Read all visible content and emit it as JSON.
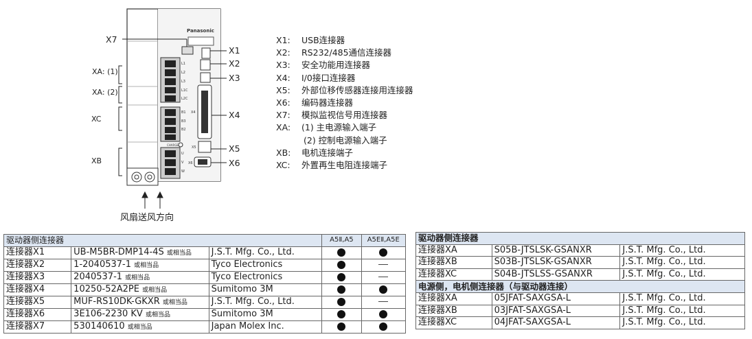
{
  "diagram": {
    "brand": "Panasonic",
    "callouts": {
      "x7": "X7",
      "x1": "X1",
      "x2": "X2",
      "x3": "X3",
      "x4": "X4",
      "x5": "X5",
      "x6": "X6",
      "xa1": "XA: (1)",
      "xa2": "XA: (2)",
      "xc": "XC",
      "xb": "XB"
    },
    "fan_label": "风扇送风方向",
    "terminal_labels": [
      "L1",
      "L2",
      "L3",
      "L1C",
      "L2C",
      "B1",
      "B3",
      "B2",
      "U",
      "V",
      "W"
    ],
    "panel_labels": [
      "X4",
      "X5",
      "X6",
      "CHARGE"
    ]
  },
  "legend": [
    {
      "key": "X1:",
      "desc": "USB连接器"
    },
    {
      "key": "X2:",
      "desc": "RS232/485通信连接器"
    },
    {
      "key": "X3:",
      "desc": "安全功能用连接器"
    },
    {
      "key": "X4:",
      "desc": "I/0接口连接器"
    },
    {
      "key": "X5:",
      "desc": "外部位移传感器连接用连接器"
    },
    {
      "key": "X6:",
      "desc": "编码器连接器"
    },
    {
      "key": "X7:",
      "desc": "模拟监视信号用连接器"
    },
    {
      "key": "XA:",
      "desc": "(1) 主电源输入端子"
    },
    {
      "key": "",
      "desc": "(2) 控制电源输入端子"
    },
    {
      "key": "XB:",
      "desc": "电机连接端子"
    },
    {
      "key": "XC:",
      "desc": "外置再生电阻连接端子"
    }
  ],
  "table1": {
    "title": "驱动器侧连接器",
    "col_a5": "A5Ⅱ,A5",
    "col_a5e": "A5EⅡ,A5E",
    "rows": [
      {
        "name": "连接器X1",
        "part": "UB-M5BR-DMP14-4S",
        "equiv": "或相当品",
        "maker": "J.S.T. Mfg. Co., Ltd.",
        "a5": "dot",
        "a5e": "dot"
      },
      {
        "name": "连接器X2",
        "part": "1-2040537-1",
        "equiv": "或相当品",
        "maker": "Tyco Electronics",
        "a5": "dot",
        "a5e": "dash"
      },
      {
        "name": "连接器X3",
        "part": "2040537-1",
        "equiv": "或相当品",
        "maker": "Tyco Electronics",
        "a5": "dot",
        "a5e": "dash"
      },
      {
        "name": "连接器X4",
        "part": "10250-52A2PE",
        "equiv": "或相当品",
        "maker": "Sumitomo 3M",
        "a5": "dot",
        "a5e": "dot"
      },
      {
        "name": "连接器X5",
        "part": "MUF-RS10DK-GKXR",
        "equiv": "或相当品",
        "maker": "J.S.T. Mfg. Co., Ltd.",
        "a5": "dot",
        "a5e": "dash"
      },
      {
        "name": "连接器X6",
        "part": "3E106-2230 KV",
        "equiv": "或相当品",
        "maker": "Sumitomo 3M",
        "a5": "dot",
        "a5e": "dot"
      },
      {
        "name": "连接器X7",
        "part": "530140610",
        "equiv": "或相当品",
        "maker": "Japan Molex Inc.",
        "a5": "dot",
        "a5e": "dot"
      }
    ]
  },
  "table2": {
    "section1": "驱动器侧连接器",
    "rows1": [
      {
        "name": "连接器XA",
        "part": "S05B-JTSLSK-GSANXR",
        "maker": "J.S.T. Mfg. Co., Ltd."
      },
      {
        "name": "连接器XB",
        "part": "S03B-JTSLSK-GSANXR",
        "maker": "J.S.T. Mfg. Co., Ltd."
      },
      {
        "name": "连接器XC",
        "part": "S04B-JTSLSS-GSANXR",
        "maker": "J.S.T. Mfg. Co., Ltd."
      }
    ],
    "section2": "电源侧，电机侧连接器（与驱动器连接）",
    "rows2": [
      {
        "name": "连接器XA",
        "part": "05JFAT-SAXGSA-L",
        "maker": "J.S.T. Mfg. Co., Ltd."
      },
      {
        "name": "连接器XB",
        "part": "03JFAT-SAXGSA-L",
        "maker": "J.S.T. Mfg. Co., Ltd."
      },
      {
        "name": "连接器XC",
        "part": "04JFAT-SAXGSA-L",
        "maker": "J.S.T. Mfg. Co., Ltd."
      }
    ]
  }
}
